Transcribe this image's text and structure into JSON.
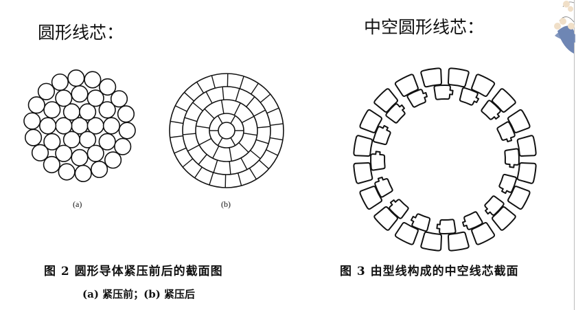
{
  "left_title": "圆形线芯：",
  "right_title": "中空圆形线芯：",
  "figure2": {
    "label_a": "(a)",
    "label_b": "(b)",
    "caption": "图 2  圆形导体紧压前后的截面图",
    "subcaption": "(a) 紧压前；(b) 紧压后"
  },
  "figure3": {
    "caption": "图 3  由型线构成的中空线芯截面"
  },
  "colors": {
    "stroke": "#111111",
    "leaf": "#6f86b4",
    "bud": "#f0dfc8"
  }
}
